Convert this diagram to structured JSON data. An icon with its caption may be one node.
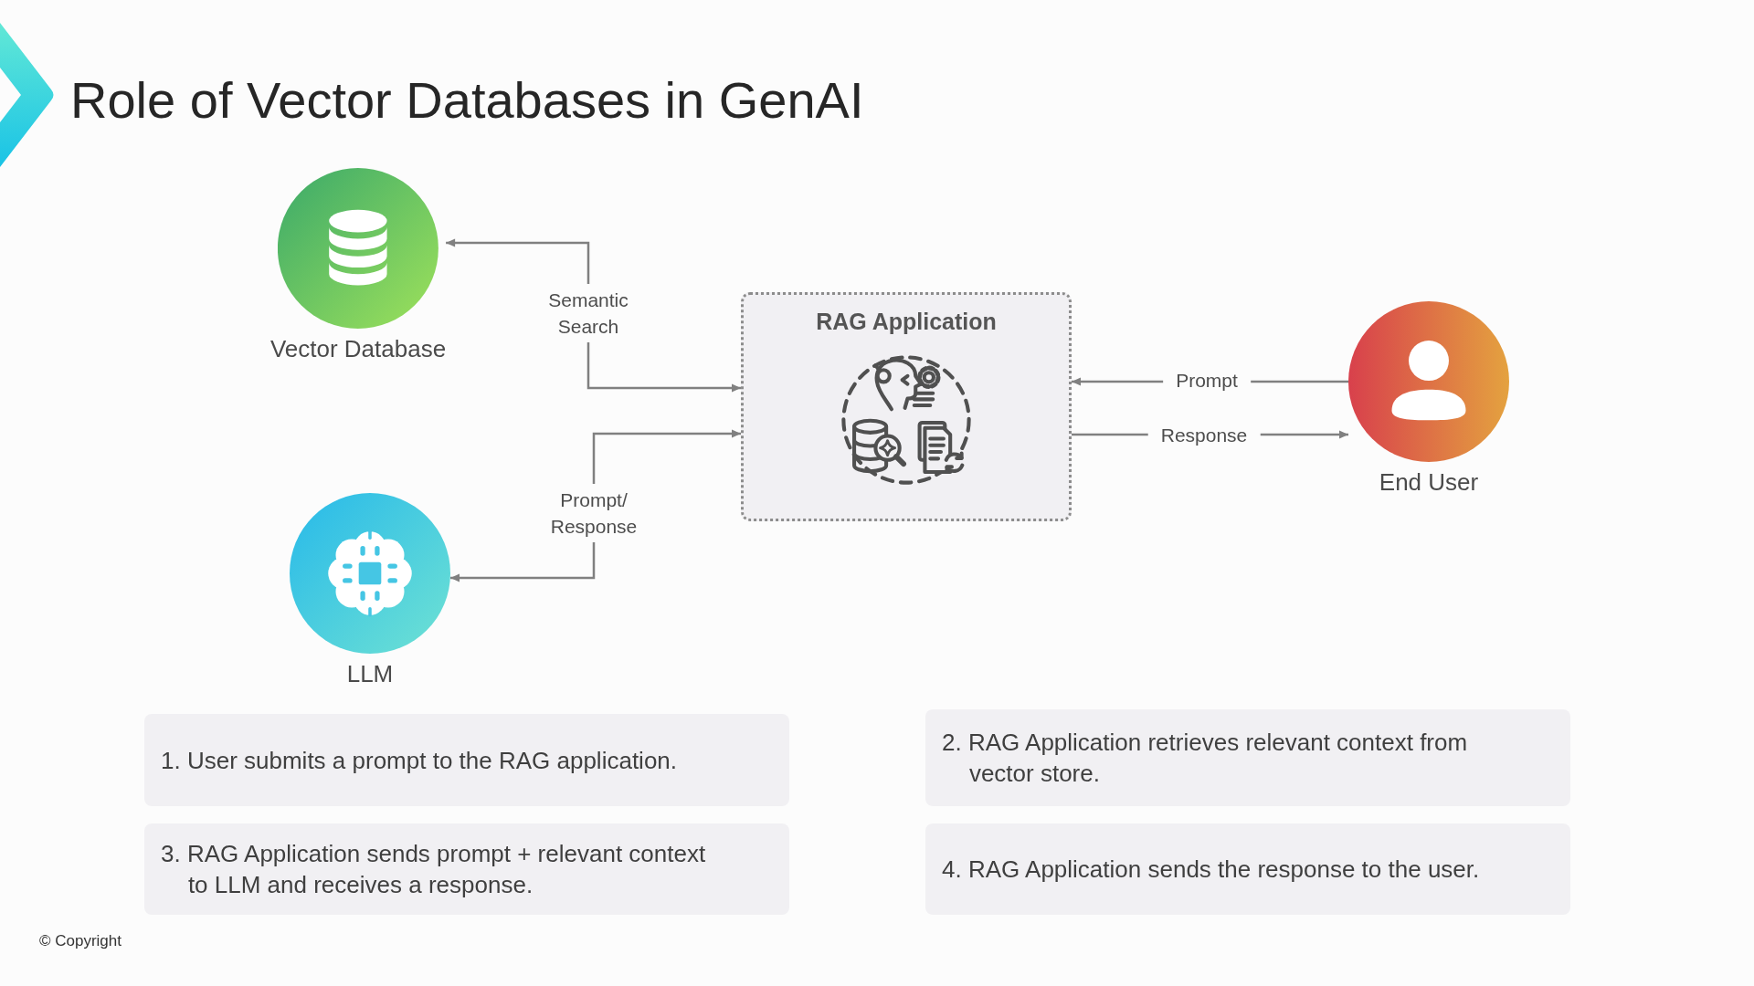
{
  "diagram": {
    "title": "Role of Vector Databases in GenAI",
    "nodes": [
      {
        "text": [
          "Vector Database"
        ]
      },
      {
        "text": [
          "RAG Application"
        ]
      },
      {
        "text": [
          "End User"
        ]
      },
      {
        "text": [
          "LLM"
        ]
      },
      {
        "text": [
          "1. User submits a prompt to the RAG application."
        ]
      },
      {
        "text": [
          "2. RAG Application retrieves relevant context from vector store."
        ]
      },
      {
        "text": [
          "3. RAG Application sends prompt + relevant context to LLM and receives a response."
        ]
      },
      {
        "text": [
          "4. RAG Application sends the response to the user."
        ]
      }
    ],
    "edges": [
      {
        "from": 0,
        "to": 1,
        "arrow": "both",
        "label": "Semantic Search"
      },
      {
        "from": 3,
        "to": 1,
        "arrow": "both",
        "label": "Prompt/ Response"
      },
      {
        "from": 2,
        "to": 1,
        "arrow": "to",
        "label": "Prompt"
      },
      {
        "from": 1,
        "to": 2,
        "arrow": "to",
        "label": "Response"
      }
    ],
    "labels": [
      "© Copyright"
    ]
  }
}
